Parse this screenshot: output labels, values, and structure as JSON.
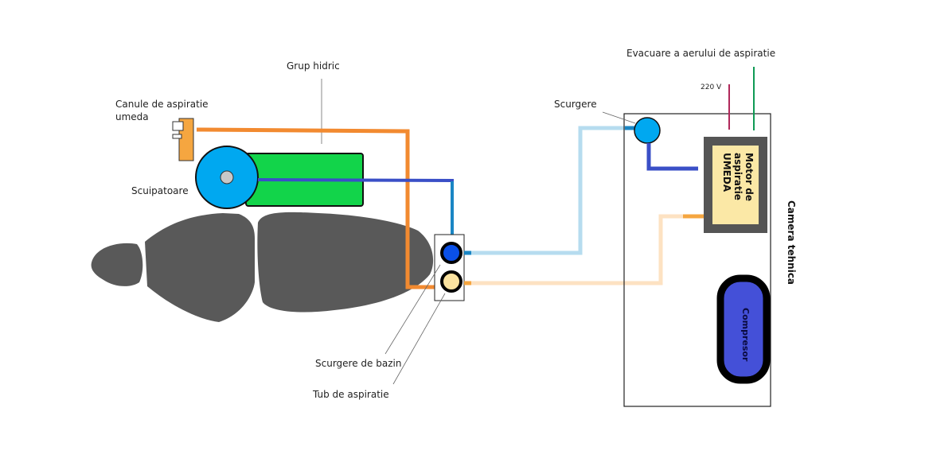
{
  "labels": {
    "grup_hidric": "Grup hidric",
    "canule": "Canule de aspiratie",
    "canule_line2": "umeda",
    "scuipatoare": "Scuipatoare",
    "scurgere": "Scurgere",
    "evacuare": "Evacuare a aerului de aspiratie",
    "voltage": "220 V",
    "scurgere_bazin": "Scurgere de bazin",
    "tub_aspiratie": "Tub de aspiratie",
    "camera_tehnica": "Camera tehnica",
    "motor_line1": "Motor de",
    "motor_line2": "aspiratie",
    "motor_line3": "UMEDA",
    "compresor": "Compresor"
  },
  "colors": {
    "orange_tube": "#f28a30",
    "dark_blue_tube": "#3a4fc7",
    "light_blue_tube": "#b6dcef",
    "peach_tube": "#fde2c2",
    "green_unit": "#12d44a",
    "cyan": "#00a8f0",
    "chair": "#595959",
    "motor_fill": "#fbe8a6",
    "motor_border": "#555555",
    "compressor": "#4450d8",
    "power_line": "#b0285a",
    "exhaust_line": "#0f9a55"
  }
}
